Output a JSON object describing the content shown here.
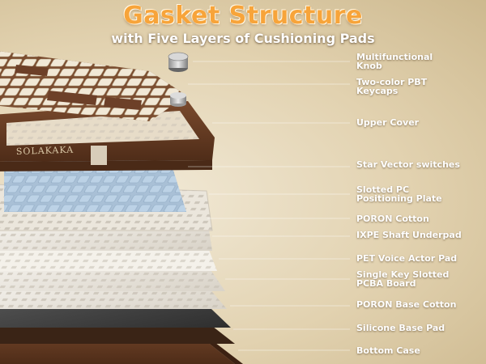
{
  "header": {
    "title": "Gasket Structure",
    "subtitle": "with Five Layers of Cushioning Pads"
  },
  "brand": {
    "logo_text": "SOLAKAKA"
  },
  "colors": {
    "title_orange": "#f7a43a",
    "brown": "#6b3f26",
    "cream": "#efe6d4",
    "switch_blue": "#b7cde0",
    "background": "#e6d8bb"
  },
  "layers": [
    {
      "label": "Multifunctional\nKnob"
    },
    {
      "label": "Two-color PBT\nKeycaps"
    },
    {
      "label": "Upper Cover"
    },
    {
      "label": "Star Vector switches"
    },
    {
      "label": "Slotted PC\nPositioning Plate"
    },
    {
      "label": "PORON Cotton"
    },
    {
      "label": "IXPE Shaft Underpad"
    },
    {
      "label": "PET Voice Actor Pad"
    },
    {
      "label": "Single Key Slotted\nPCBA Board"
    },
    {
      "label": "PORON Base Cotton"
    },
    {
      "label": "Silicone Base Pad"
    },
    {
      "label": "Bottom Case"
    }
  ]
}
